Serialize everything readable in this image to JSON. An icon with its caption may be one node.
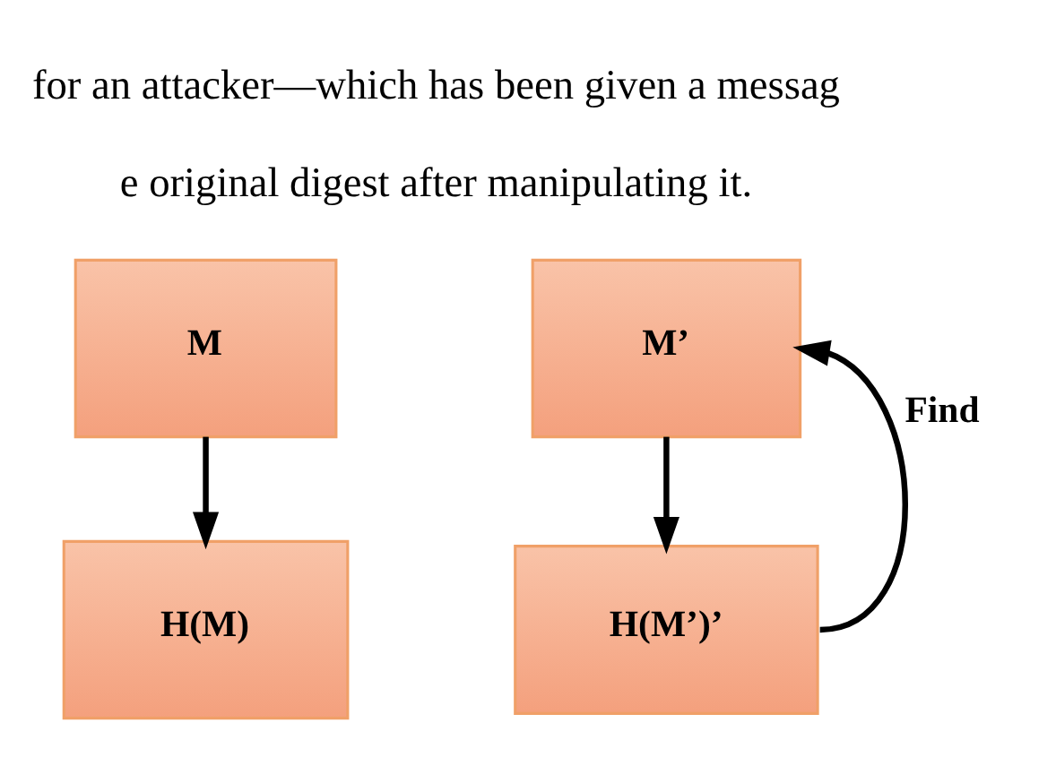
{
  "diagram": {
    "nodes": [
      {
        "text": [
          "M"
        ]
      },
      {
        "text": [
          "M’"
        ]
      },
      {
        "text": [
          "H(M)"
        ]
      },
      {
        "text": [
          "H(M’)’"
        ]
      }
    ],
    "edges": [
      {
        "from": 0,
        "to": 2,
        "arrow": "to"
      },
      {
        "from": 1,
        "to": 3,
        "arrow": "to"
      },
      {
        "from": 3,
        "to": 1,
        "arrow": "to",
        "label": "Find"
      }
    ],
    "labels": [
      "for an attacker—which has been given a messag",
      "e original digest after manipulating it."
    ]
  }
}
